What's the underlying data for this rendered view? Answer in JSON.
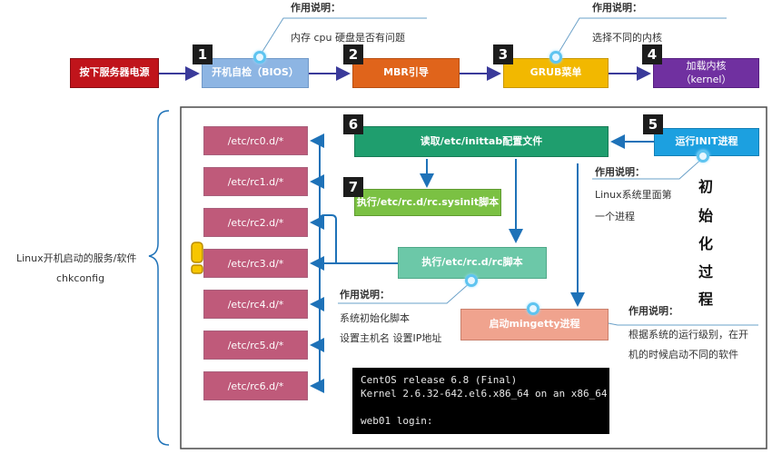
{
  "top_flow": {
    "power_button": "按下服务器电源",
    "bios": "开机自检（BIOS）",
    "mbr": "MBR引导",
    "grub": "GRUB菜单",
    "kernel_line1": "加载内核",
    "kernel_line2": "（kernel）",
    "step1": "1",
    "step2": "2",
    "step3": "3",
    "step4": "4"
  },
  "notes": {
    "bios_title": "作用说明：",
    "bios_text": "内存 cpu 硬盘是否有问题",
    "grub_title": "作用说明：",
    "grub_text": "选择不同的内核",
    "init_title": "作用说明：",
    "init_text1": "Linux系统里面第",
    "init_text2": "一个进程",
    "rc_title": "作用说明：",
    "rc_text1": "系统初始化脚本",
    "rc_text2": "设置主机名 设置IP地址",
    "mingetty_title": "作用说明：",
    "mingetty_text1": "根据系统的运行级别，在开",
    "mingetty_text2": "机的时候启动不同的软件"
  },
  "init_flow": {
    "read_inittab": "读取/etc/inittab配置文件",
    "run_init": "运行INIT进程",
    "sysinit": "执行/etc/rc.d/rc.sysinit脚本",
    "rc_script": "执行/etc/rc.d/rc脚本",
    "mingetty": "启动mingetty进程",
    "step5": "5",
    "step6": "6",
    "step7": "7"
  },
  "side_label": {
    "line1": "Linux开机启动的服务/软件",
    "line2": "chkconfig"
  },
  "init_process_chars": [
    "初",
    "始",
    "化",
    "过",
    "程"
  ],
  "rc_dirs": [
    "/etc/rc0.d/*",
    "/etc/rc1.d/*",
    "/etc/rc2.d/*",
    "/etc/rc3.d/*",
    "/etc/rc4.d/*",
    "/etc/rc5.d/*",
    "/etc/rc6.d/*"
  ],
  "console": {
    "line1": "CentOS release 6.8 (Final)",
    "line2": "Kernel 2.6.32-642.el6.x86_64 on an x86_64",
    "line3": "",
    "line4": "web01 login:"
  },
  "colors": {
    "power": "#c0141b",
    "bios": "#8db5e3",
    "mbr": "#e0641b",
    "grub": "#f2b800",
    "kernel": "#7030a0",
    "inittab": "#1f9e6e",
    "init": "#1ca0e0",
    "sysinit": "#7bc143",
    "rc": "#6cc8a8",
    "mingetty": "#f0a38e",
    "rc_dirs": "#bf5a7a"
  }
}
